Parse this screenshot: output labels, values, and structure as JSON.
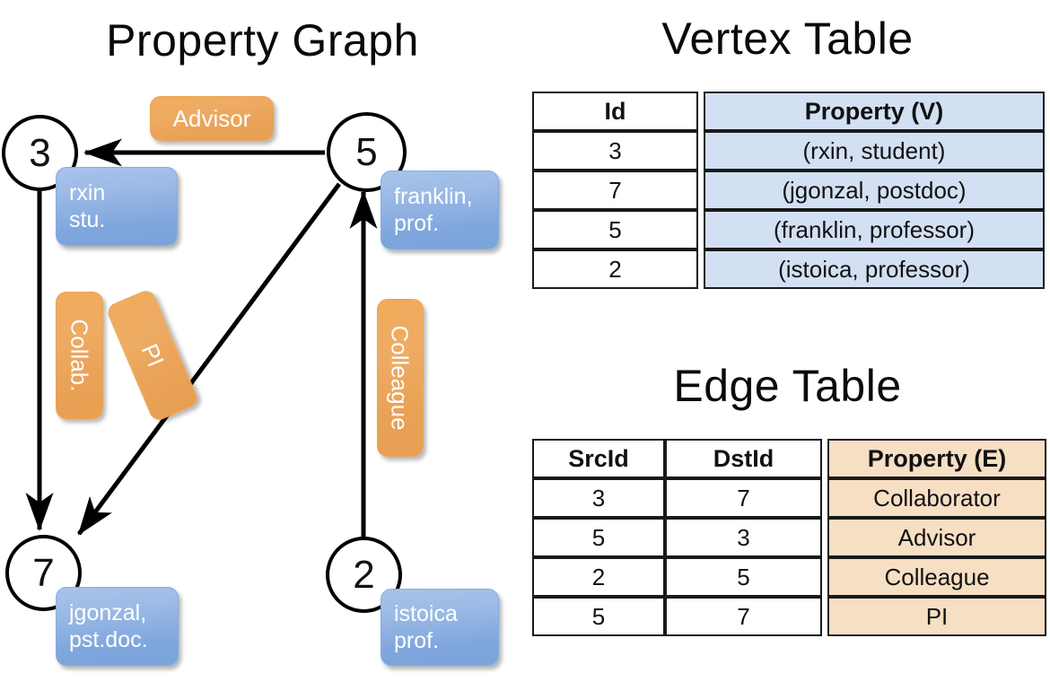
{
  "titles": {
    "property_graph": "Property Graph",
    "vertex_table": "Vertex Table",
    "edge_table": "Edge Table"
  },
  "colors": {
    "vertex_property_fill": "#d3e0f3",
    "edge_property_fill": "#f7dfc4",
    "vertex_callout_blue": "#7fa7dd",
    "edge_label_orange": "#eeab5d",
    "stroke": "#000000",
    "background": "#ffffff"
  },
  "graph": {
    "nodes": [
      {
        "id": "3",
        "property_lines": [
          "rxin",
          "stu."
        ]
      },
      {
        "id": "5",
        "property_lines": [
          "franklin,",
          "prof."
        ]
      },
      {
        "id": "7",
        "property_lines": [
          "jgonzal,",
          "pst.doc."
        ]
      },
      {
        "id": "2",
        "property_lines": [
          "istoica",
          "prof."
        ]
      }
    ],
    "edge_labels": [
      {
        "name": "advisor",
        "text": "Advisor",
        "orientation": "horizontal"
      },
      {
        "name": "collab",
        "text": "Collab.",
        "orientation": "vertical-down"
      },
      {
        "name": "pi",
        "text": "PI",
        "orientation": "rotated-diagonal"
      },
      {
        "name": "colleague",
        "text": "Colleague",
        "orientation": "vertical-down"
      }
    ],
    "edges": [
      {
        "src": "5",
        "dst": "3",
        "label": "Advisor"
      },
      {
        "src": "3",
        "dst": "7",
        "label": "Collab."
      },
      {
        "src": "5",
        "dst": "7",
        "label": "PI"
      },
      {
        "src": "2",
        "dst": "5",
        "label": "Colleague"
      }
    ]
  },
  "vertex_table": {
    "headers": [
      "Id",
      "Property (V)"
    ],
    "rows": [
      {
        "id": "3",
        "property": "(rxin, student)"
      },
      {
        "id": "7",
        "property": "(jgonzal, postdoc)"
      },
      {
        "id": "5",
        "property": "(franklin, professor)"
      },
      {
        "id": "2",
        "property": "(istoica, professor)"
      }
    ]
  },
  "edge_table": {
    "headers": [
      "SrcId",
      "DstId",
      "Property (E)"
    ],
    "rows": [
      {
        "src": "3",
        "dst": "7",
        "property": "Collaborator"
      },
      {
        "src": "5",
        "dst": "3",
        "property": "Advisor"
      },
      {
        "src": "2",
        "dst": "5",
        "property": "Colleague"
      },
      {
        "src": "5",
        "dst": "7",
        "property": "PI"
      }
    ]
  }
}
